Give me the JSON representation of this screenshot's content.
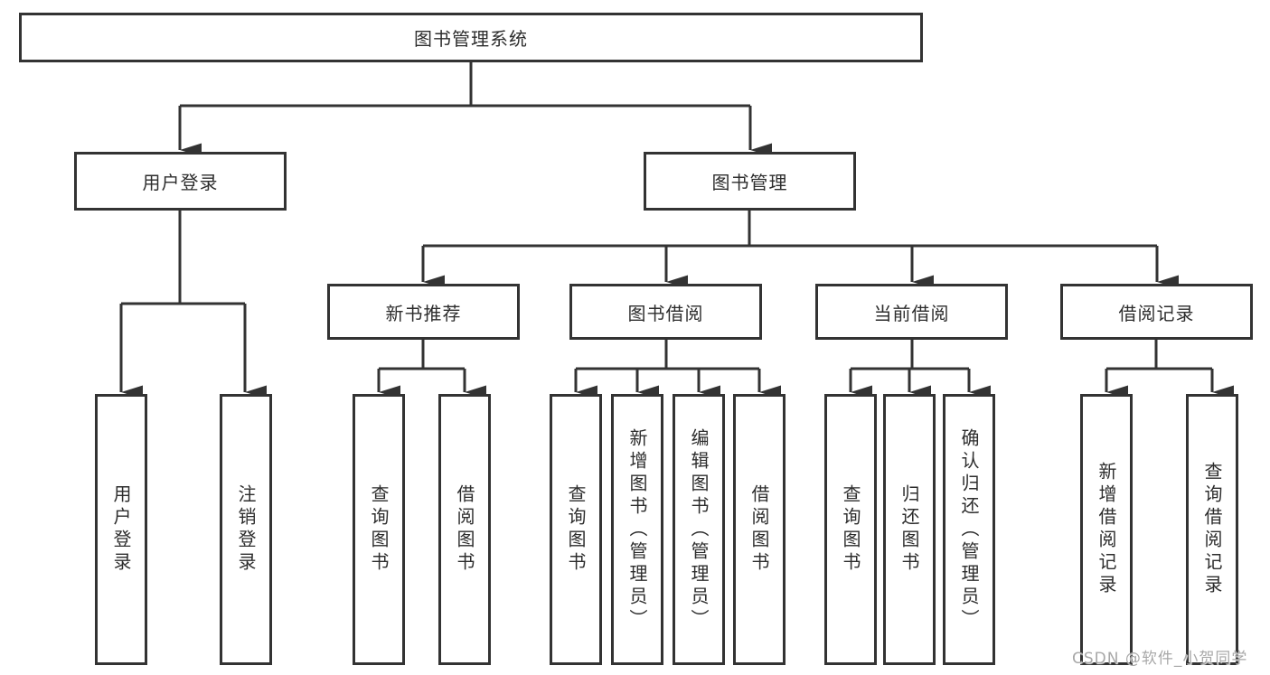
{
  "title": "图书管理系统",
  "level2": [
    {
      "label": "用户登录"
    },
    {
      "label": "图书管理"
    }
  ],
  "level3": [
    {
      "label": "新书推荐"
    },
    {
      "label": "图书借阅"
    },
    {
      "label": "当前借阅"
    },
    {
      "label": "借阅记录"
    }
  ],
  "leaves": [
    {
      "label": "用户登录"
    },
    {
      "label": "注销登录"
    },
    {
      "label": "查询图书"
    },
    {
      "label": "借阅图书"
    },
    {
      "label": "查询图书"
    },
    {
      "label": "新增图书（管理员）"
    },
    {
      "label": "编辑图书（管理员）"
    },
    {
      "label": "借阅图书"
    },
    {
      "label": "查询图书"
    },
    {
      "label": "归还图书"
    },
    {
      "label": "确认归还（管理员）"
    },
    {
      "label": "新增借阅记录"
    },
    {
      "label": "查询借阅记录"
    }
  ],
  "watermark": "CSDN @软件_小贺同学",
  "colors": {
    "line": "#333333",
    "text": "#2d2d2d",
    "watermark": "#a8a8a8",
    "background": "#ffffff"
  }
}
